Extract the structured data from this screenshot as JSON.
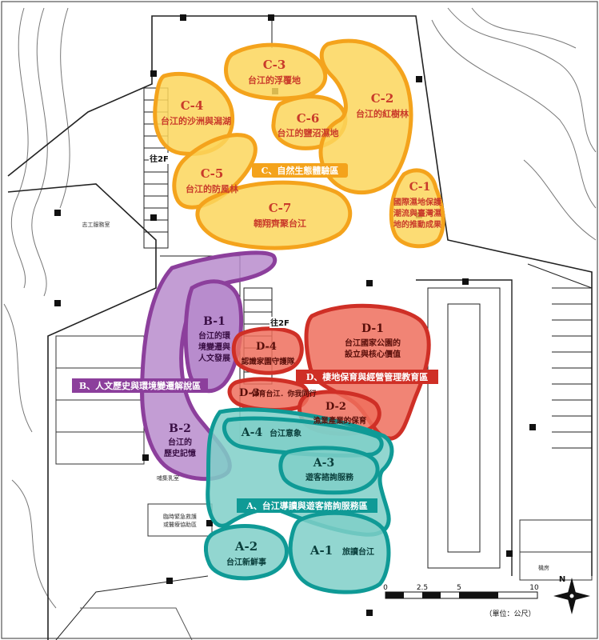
{
  "colors": {
    "a_fill": "#7fcfc8",
    "a_stroke": "#0f9a96",
    "a_text": "#0a3f3c",
    "b_fill": "#b88ccd",
    "b_stroke": "#8c3f9c",
    "b_text": "#3a0f45",
    "c_fill": "#fbd65c",
    "c_stroke": "#f4a31c",
    "c_text": "#c93a2a",
    "d_fill": "#ef6f5d",
    "d_stroke": "#cf2f26",
    "d_text": "#5a0f0a"
  },
  "zones": {
    "c1": {
      "code": "C-1",
      "name_lines": [
        "國際濕地保護",
        "潮流與臺灣濕",
        "地的推動成果"
      ]
    },
    "c2": {
      "code": "C-2",
      "name": "台江的紅樹林"
    },
    "c3": {
      "code": "C-3",
      "name": "台江的浮覆地"
    },
    "c4": {
      "code": "C-4",
      "name": "台江的沙洲與潟湖"
    },
    "c5": {
      "code": "C-5",
      "name": "台江的防風林"
    },
    "c6": {
      "code": "C-6",
      "name": "台江的鹽沼濕地"
    },
    "c7": {
      "code": "C-7",
      "name": "翱翔齊聚台江"
    },
    "b1": {
      "code": "B-1",
      "name_lines": [
        "台江的環",
        "境變遷與",
        "人文發展"
      ]
    },
    "b2": {
      "code": "B-2",
      "name_lines": [
        "台江的",
        "歷史記憶"
      ]
    },
    "d1": {
      "code": "D-1",
      "name_lines": [
        "台江國家公園的",
        "設立與核心價值"
      ]
    },
    "d2": {
      "code": "D-2",
      "name": "漁業產業的保育"
    },
    "d3": {
      "code": "D-3",
      "name": "保育台江．你我同行"
    },
    "d4": {
      "code": "D-4",
      "name": "認識家園守護隊"
    },
    "a1": {
      "code": "A-1",
      "name": "旅讀台江"
    },
    "a2": {
      "code": "A-2",
      "name": "台江新鮮事"
    },
    "a3": {
      "code": "A-3",
      "name": "遊客諮詢服務"
    },
    "a4": {
      "code": "A-4",
      "name": "台江意象"
    }
  },
  "area_bands": {
    "a": "A、台江導讀與遊客諮詢服務區",
    "b": "B、人文歷史與環境變遷解說區",
    "c": "C、自然生態體驗區",
    "d": "D、棲地保育與經營管理教育區"
  },
  "floor_labels": {
    "upper": "往2F",
    "middle": "往2F"
  },
  "room_labels": {
    "office": "志工服務室",
    "toilet_area": "哺集乳室",
    "medical": [
      "臨時緊急救護",
      "或醫療協助區"
    ],
    "electric": "機房"
  },
  "scale": {
    "ticks": [
      "0",
      "2.5",
      "5",
      "10"
    ],
    "unit": "（單位：公尺）"
  },
  "compass": {
    "north": "N"
  }
}
